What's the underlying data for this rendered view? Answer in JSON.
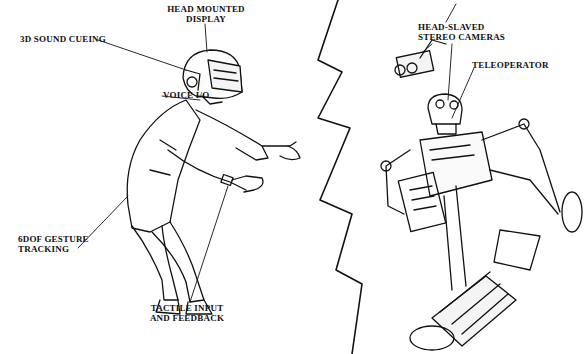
{
  "diagram": {
    "labels": [
      "HEAD MOUNTED DISPLAY",
      "3D SOUND CUEING",
      "VOICE I/O",
      "6DOF GESTURE TRACKING",
      "TACTILE INPUT AND FEEDBACK",
      "HEAD-SLAVED STEREO CAMERAS",
      "TELEOPERATOR"
    ]
  }
}
